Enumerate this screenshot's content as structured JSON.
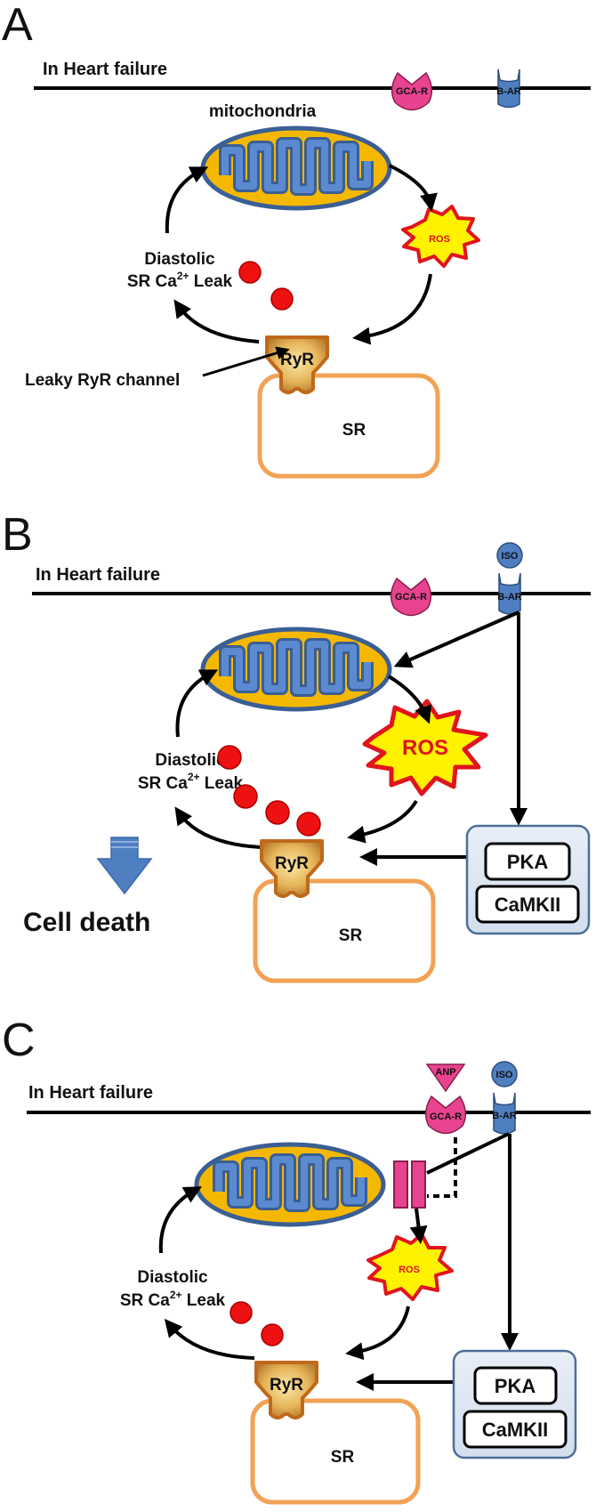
{
  "panels": {
    "a": {
      "letter": "A",
      "membrane_label": "In Heart failure",
      "receptor_gca": "GCA-R",
      "receptor_bar": "B-AR",
      "mito_label": "mitochondria",
      "ros_label": "ROS",
      "leak_line1": "Diastolic",
      "leak_line2a": "SR Ca",
      "leak_sup": "2+",
      "leak_line2b": " Leak",
      "ryr_label": "RyR",
      "sr_label": "SR",
      "leaky_label": "Leaky RyR channel"
    },
    "b": {
      "letter": "B",
      "membrane_label": "In Heart failure",
      "receptor_gca": "GCA-R",
      "receptor_bar": "B-AR",
      "iso_label": "ISO",
      "ros_label": "ROS",
      "leak_line1": "Diastolic",
      "leak_line2a": "SR Ca",
      "leak_sup": "2+",
      "leak_line2b": " Leak",
      "ryr_label": "RyR",
      "sr_label": "SR",
      "pka_label": "PKA",
      "camkii_label": "CaMKII",
      "cell_death": "Cell death"
    },
    "c": {
      "letter": "C",
      "membrane_label": "In Heart failure",
      "receptor_gca": "GCA-R",
      "receptor_bar": "B-AR",
      "iso_label": "ISO",
      "anp_label": "ANP",
      "ros_label": "ROS",
      "leak_line1": "Diastolic",
      "leak_line2a": "SR Ca",
      "leak_sup": "2+",
      "leak_line2b": " Leak",
      "ryr_label": "RyR",
      "sr_label": "SR",
      "pka_label": "PKA",
      "camkii_label": "CaMKII"
    }
  },
  "colors": {
    "membrane": "#000000",
    "gca_receptor": "#e8438f",
    "bar_receptor": "#4f7fc0",
    "mito_outer": "#f5b800",
    "mito_border": "#3b5f94",
    "mito_cristae": "#4c7ac0",
    "ros_fill": "#fff200",
    "ros_border": "#e0151b",
    "calcium": "#ee1111",
    "ryr_fill": "#d9a74a",
    "ryr_border": "#c0691b",
    "sr_border": "#f2a255",
    "kinase_box_fill": "#dbe5f1",
    "kinase_box_border": "#4d6d9a",
    "death_arrow": "#4f7fc0"
  }
}
